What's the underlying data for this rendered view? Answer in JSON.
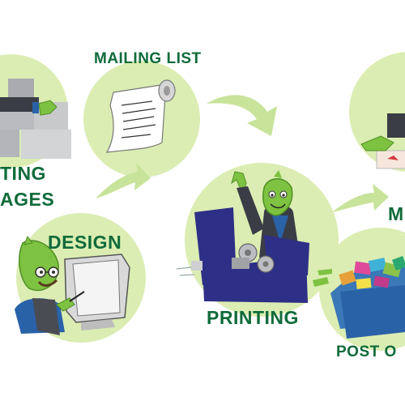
{
  "labels": {
    "mailing_list": "MAILING LIST",
    "design": "DESIGN",
    "printing": "PRINTING",
    "post_office": "POST O",
    "left_cut_line1": "TING",
    "left_cut_line2": "AGES",
    "right_cut": "M"
  },
  "colors": {
    "circle_fill": "#dbedb2",
    "arrow_fill": "#c8e39a",
    "label_text": "#0f6b3a",
    "mascot_green": "#7ec241",
    "press_navy": "#2e2f86",
    "suit_dark": "#3a3d45"
  }
}
